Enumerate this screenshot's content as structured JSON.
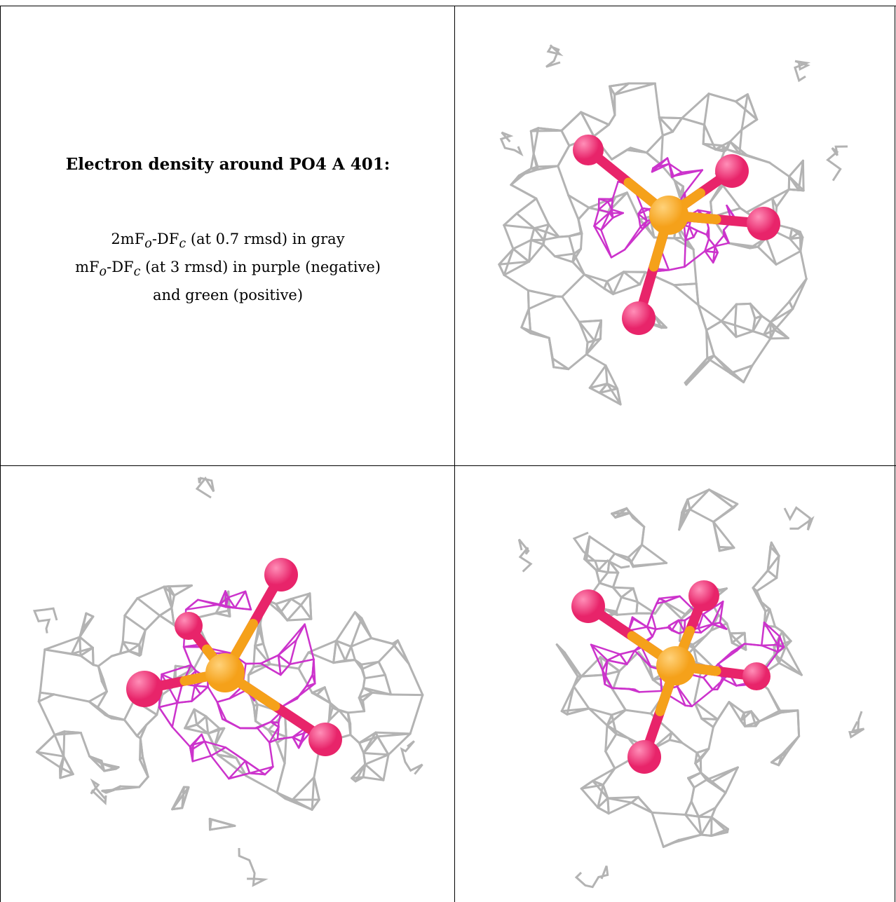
{
  "caption": {
    "title": "Electron density around PO4 A 401:",
    "line1_a": "2mF",
    "line1_sub1": "o",
    "line1_b": "-DF",
    "line1_sub2": "c",
    "line1_c": " (at 0.7 rmsd) in gray",
    "line2_a": "mF",
    "line2_sub1": "o",
    "line2_b": "-DF",
    "line2_sub2": "c",
    "line2_c": " (at 3 rmsd) in purple (negative)",
    "line3": "and green (positive)"
  },
  "colors": {
    "mesh_2fofc": "#b3b3b3",
    "mesh_fofc_negative": "#cc33cc",
    "oxygen": "#e8246a",
    "phosphorus": "#f5a11a"
  },
  "panels": [
    "view-top-right",
    "view-bottom-left",
    "view-bottom-right"
  ]
}
